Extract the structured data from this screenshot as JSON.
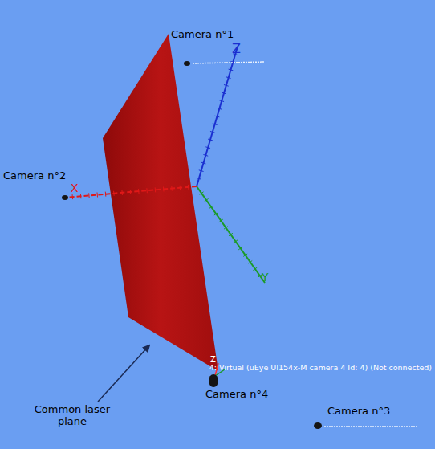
{
  "diagram": {
    "labels": [
      "Camera n°1",
      "Z",
      "Camera n°2",
      "X",
      "Y",
      "Z",
      "4: Virtual (uEye UI154x-M camera 4 Id: 4) (Not connected)",
      "Camera n°4",
      "Camera n°3",
      "Common laser plane"
    ]
  }
}
